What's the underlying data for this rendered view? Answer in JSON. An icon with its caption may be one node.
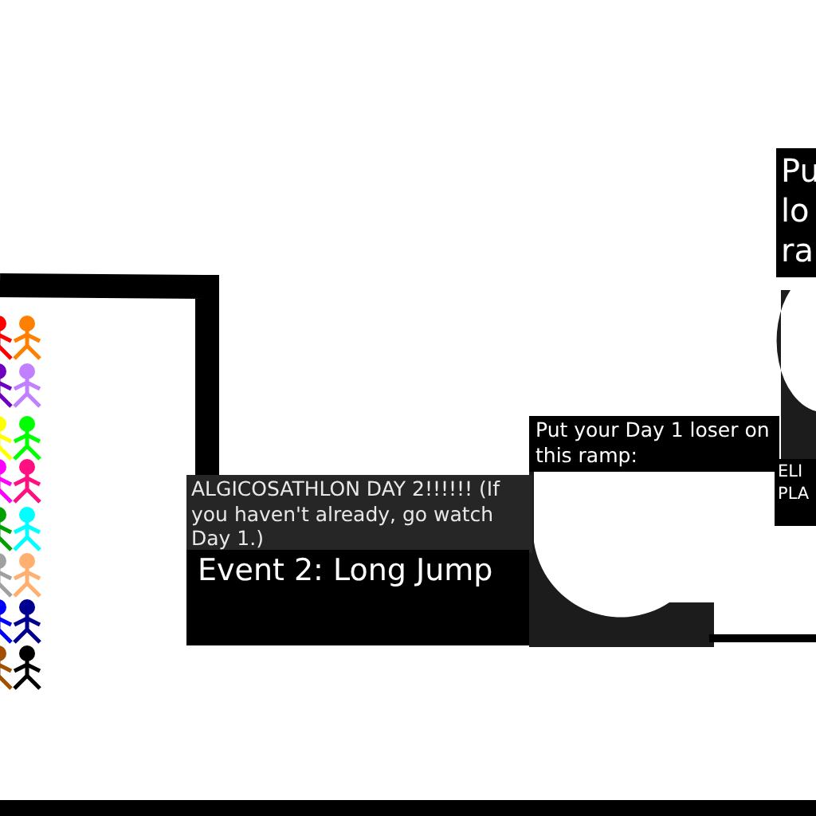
{
  "diagram": {
    "labels": [
      "Pu lo ra",
      "Put your Day 1 loser on this ramp:",
      "ELI PLA",
      "ALGICOSATHLON DAY 2!!!!!! (If you haven't already, go watch Day 1.)",
      "Event 2: Long Jump"
    ]
  }
}
